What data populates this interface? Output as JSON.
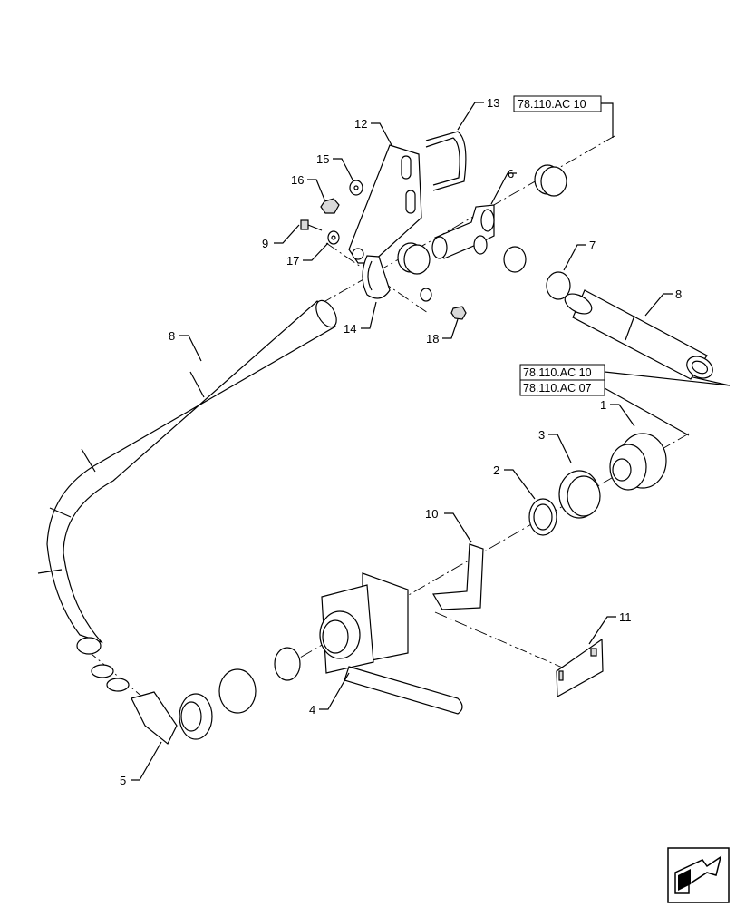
{
  "diagram": {
    "callouts": [
      {
        "id": "c1",
        "text": "1"
      },
      {
        "id": "c2",
        "text": "2"
      },
      {
        "id": "c3",
        "text": "3"
      },
      {
        "id": "c4",
        "text": "4"
      },
      {
        "id": "c5",
        "text": "5"
      },
      {
        "id": "c6",
        "text": "6"
      },
      {
        "id": "c7",
        "text": "7"
      },
      {
        "id": "c8a",
        "text": "8"
      },
      {
        "id": "c8b",
        "text": "8"
      },
      {
        "id": "c9",
        "text": "9"
      },
      {
        "id": "c10",
        "text": "10"
      },
      {
        "id": "c11",
        "text": "11"
      },
      {
        "id": "c12",
        "text": "12"
      },
      {
        "id": "c13",
        "text": "13"
      },
      {
        "id": "c14",
        "text": "14"
      },
      {
        "id": "c15",
        "text": "15"
      },
      {
        "id": "c16",
        "text": "16"
      },
      {
        "id": "c17",
        "text": "17"
      },
      {
        "id": "c18",
        "text": "18"
      }
    ],
    "references": [
      {
        "id": "r1",
        "text": "78.110.AC 10"
      },
      {
        "id": "r2",
        "text": "78.110.AC 10"
      },
      {
        "id": "r3",
        "text": "78.110.AC 07"
      }
    ],
    "nav_icon": "next-page-arrow-icon"
  }
}
